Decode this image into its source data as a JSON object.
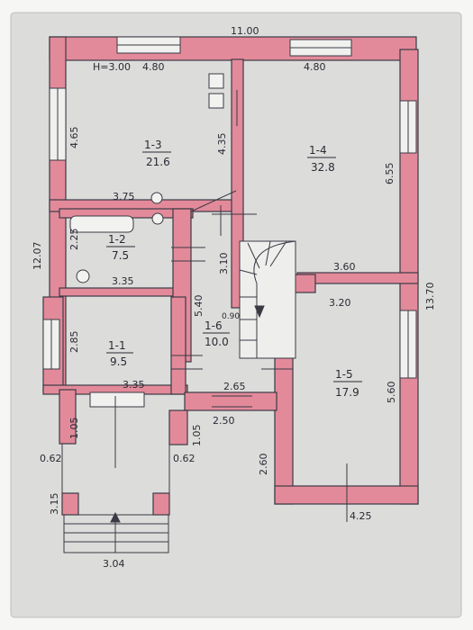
{
  "colors": {
    "wall": "#e38a9a",
    "wall_edge": "#3a3a44",
    "paper": "#dcdcda",
    "ink": "#2a2a35",
    "frame": "#ffffff"
  },
  "height_note": "H=3.00",
  "dimensions": {
    "overall_width": "11.00",
    "overall_length_right": "13.70",
    "overall_length_left": "12.07",
    "top_left_wall": "4.80",
    "top_right_wall": "4.80",
    "left_room_side": "4.65",
    "left_room_inner": "4.35",
    "right_room_side": "6.55",
    "room_1_3_bottom": "3.75",
    "room_1_4_bottom": "3.60",
    "bath_side": "2.25",
    "bath_bottom": "3.35",
    "stair_side": "3.10",
    "hall_length": "5.40",
    "stair_gap": "0.90",
    "room_1_5_top": "3.20",
    "room_1_1_side": "2.85",
    "room_1_1_bottom": "3.35",
    "hall_bottom": "2.65",
    "room_1_5_side": "5.60",
    "entry_side_left": "1.05",
    "entry_side_right": "1.05",
    "entry_bottom": "2.50",
    "wall_offset_left": "0.62",
    "wall_offset_right": "0.62",
    "room_1_5_lower_side": "2.60",
    "room_1_5_width": "4.25",
    "porch_side": "3.15",
    "porch_width": "3.04"
  },
  "rooms": [
    {
      "id": "1-3",
      "area": "21.6"
    },
    {
      "id": "1-4",
      "area": "32.8"
    },
    {
      "id": "1-2",
      "area": "7.5"
    },
    {
      "id": "1-6",
      "area": "10.0"
    },
    {
      "id": "1-1",
      "area": "9.5"
    },
    {
      "id": "1-5",
      "area": "17.9"
    }
  ]
}
